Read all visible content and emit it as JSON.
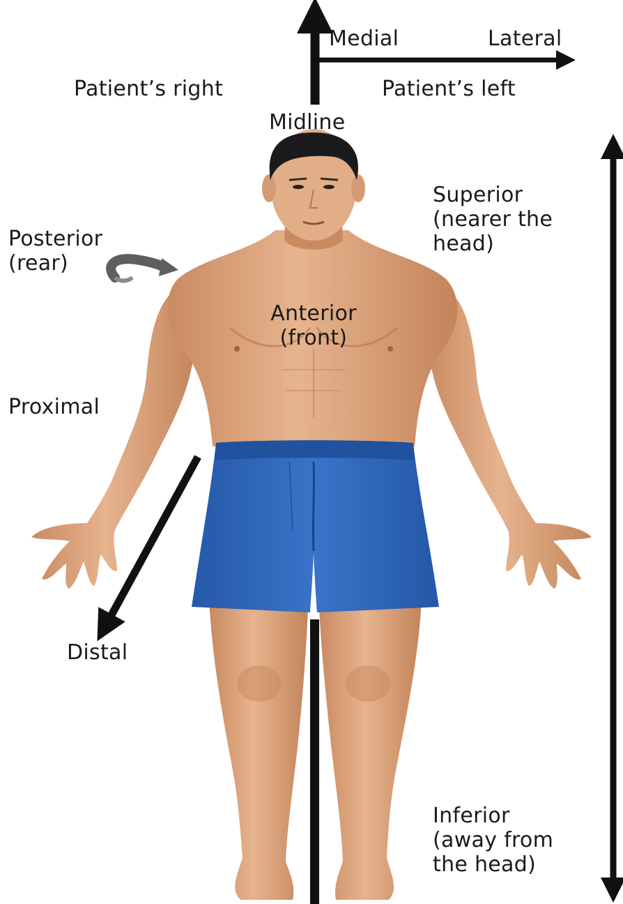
{
  "colors": {
    "text": "#1a1a1a",
    "arrow": "#111111",
    "skin": "#d9a47c",
    "skin_shadow": "#b87650",
    "hair": "#1b1a1d",
    "shorts": "#2f67bd",
    "shorts_shadow": "#1e4d98",
    "rotation_arrow": "#5e5e5e"
  },
  "icons": {
    "midline_arrow": "arrow-up-icon",
    "lateral_arrow": "arrow-right-icon",
    "vertical_axis": "double-arrow-vertical-icon",
    "distal_arrow": "arrow-down-left-icon",
    "posterior_arrow": "curved-rotation-arrow-icon"
  },
  "labels": {
    "medial": "Medial",
    "lateral": "Lateral",
    "patient_right": "Patient’s right",
    "patient_left": "Patient’s left",
    "midline": "Midline",
    "superior": [
      "Superior",
      "(nearer the",
      "head)"
    ],
    "posterior": [
      "Posterior",
      "(rear)"
    ],
    "anterior": [
      "Anterior",
      "(front)"
    ],
    "proximal": "Proximal",
    "distal": "Distal",
    "inferior": [
      "Inferior",
      "(away from",
      "the head)"
    ]
  }
}
